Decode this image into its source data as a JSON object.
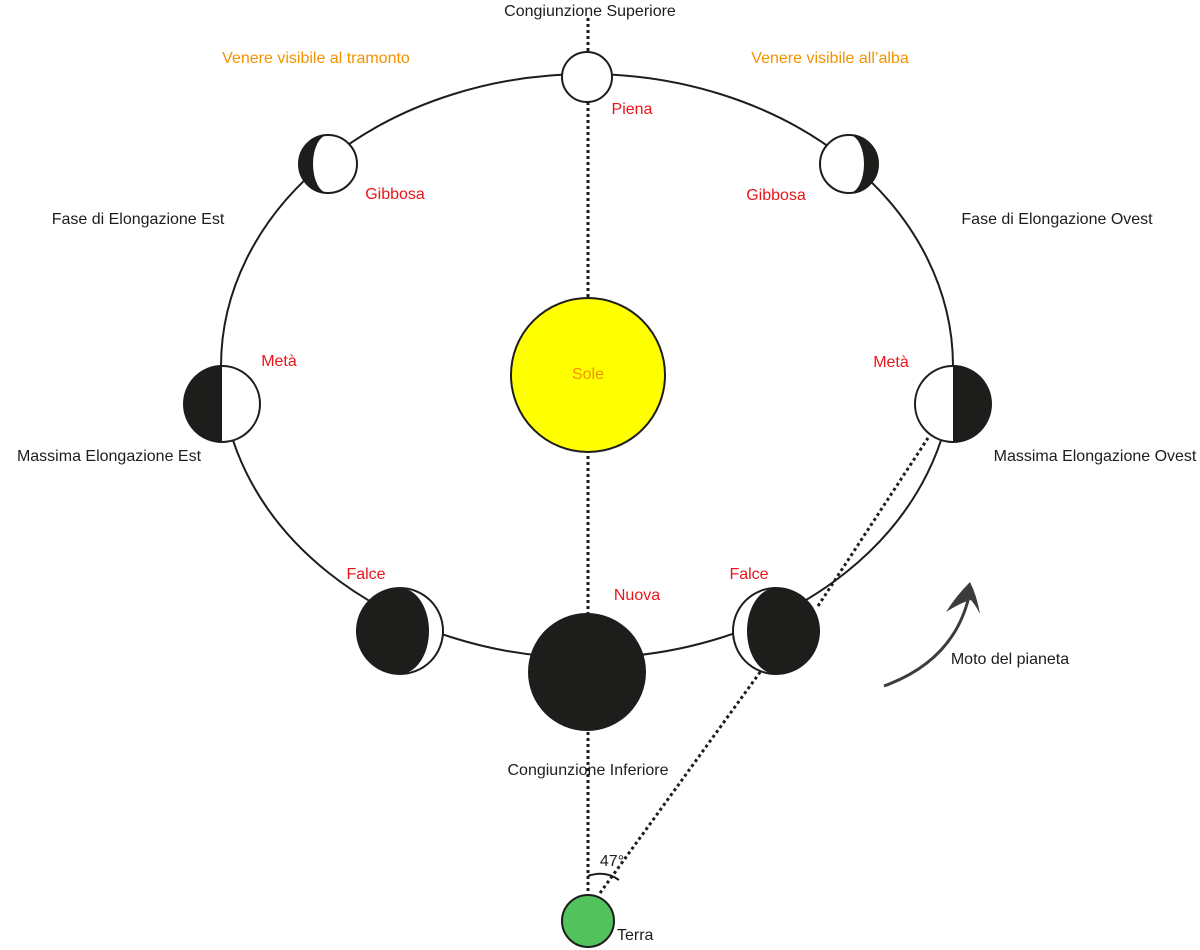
{
  "labels": {
    "superior_conjunction": "Congiunzione Superiore",
    "inferior_conjunction": "Congiunzione Inferiore",
    "visible_sunset": "Venere visibile al tramonto",
    "visible_dawn": "Venere visibile all’alba",
    "east_elongation_phase": "Fase di Elongazione Est",
    "west_elongation_phase": "Fase di Elongazione Ovest",
    "max_east_elongation": "Massima Elongazione Est",
    "max_west_elongation": "Massima Elongazione Ovest",
    "sun": "Sole",
    "earth": "Terra",
    "planet_motion": "Moto del pianeta",
    "angle": "47°"
  },
  "phases": {
    "full": "Piena",
    "gibbous_left": "Gibbosa",
    "gibbous_right": "Gibbosa",
    "half_left": "Metà",
    "half_right": "Metà",
    "crescent_left": "Falce",
    "crescent_right": "Falce",
    "new": "Nuova"
  },
  "colors": {
    "phase_label": "#e8161b",
    "visibility_label": "#f39200",
    "sun_fill": "#ffff00",
    "sun_label": "#f39200",
    "earth_fill": "#52c25c",
    "planet_dark": "#1d1d1b",
    "line": "#1d1d1b"
  }
}
